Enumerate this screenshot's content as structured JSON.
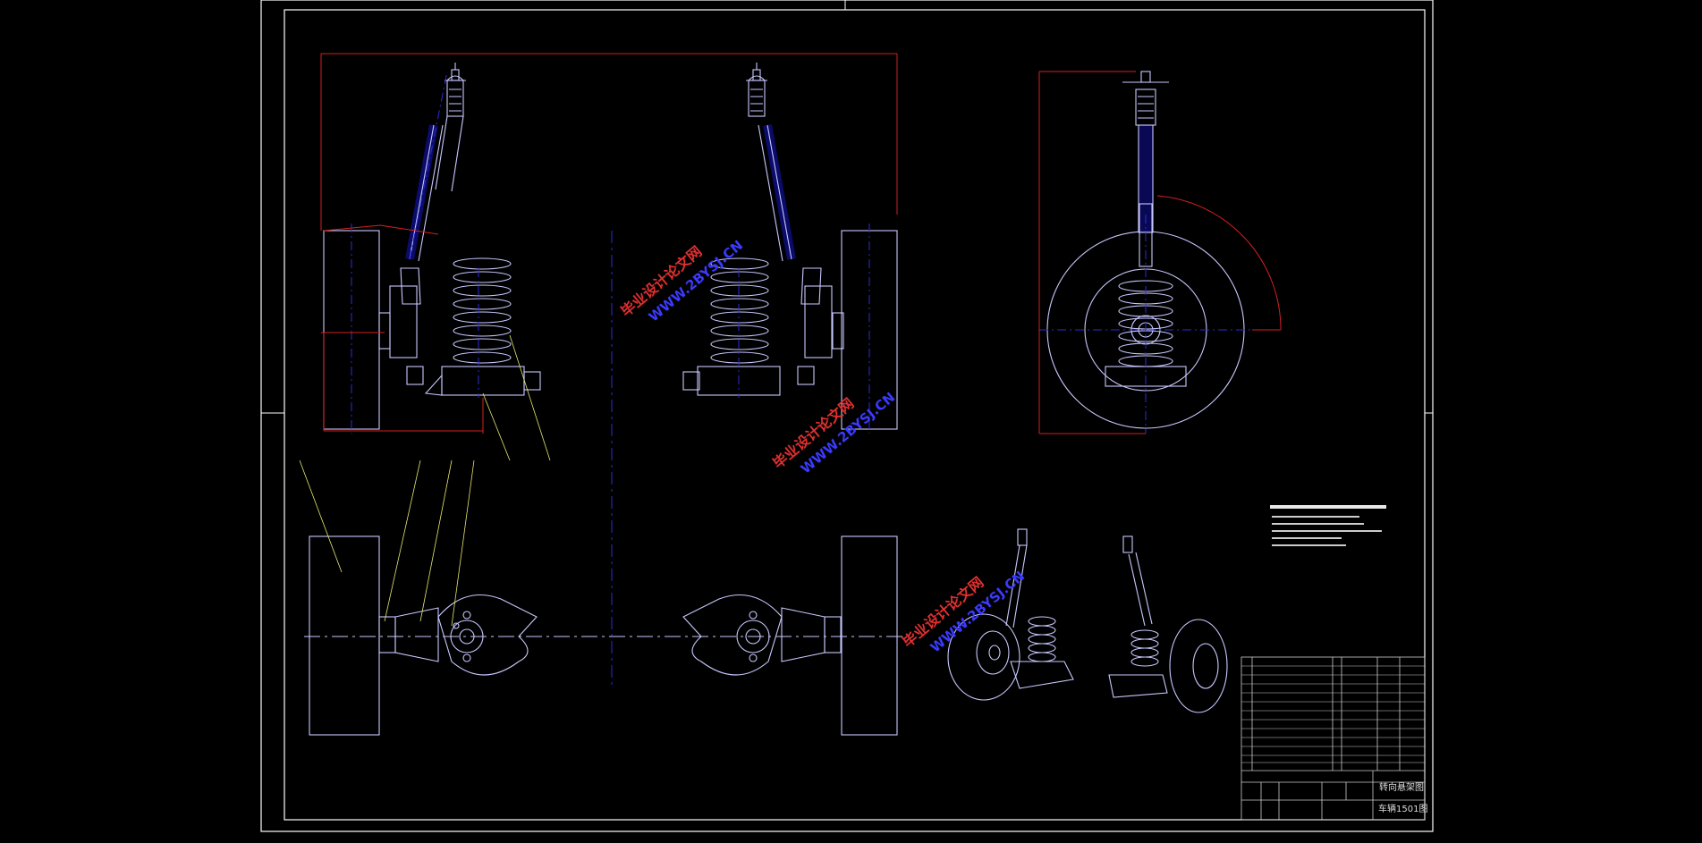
{
  "colors": {
    "background": "#000000",
    "frame": "#ffffff",
    "dimension": "#d62020",
    "centerline": "#2b2bd9",
    "part": "#c8c8ff",
    "watermark": "#e03030",
    "watermark_blue": "#3a3aff",
    "leader": "#e8e870"
  },
  "watermarks": [
    {
      "cn": "毕业设计论文网",
      "url": "WWW.2BYSJ.CN"
    },
    {
      "cn": "毕业设计论文网",
      "url": "WWW.2BYSJ.CN"
    },
    {
      "cn": "毕业设计论文网",
      "url": "WWW.2BYSJ.CN"
    }
  ],
  "title_block": {
    "drawing_name": "转向悬架图",
    "drawing_number": "车辆1501图"
  },
  "icons": [
    "wheel-icon",
    "coil-spring-icon",
    "shock-absorber-icon",
    "knuckle-icon"
  ]
}
